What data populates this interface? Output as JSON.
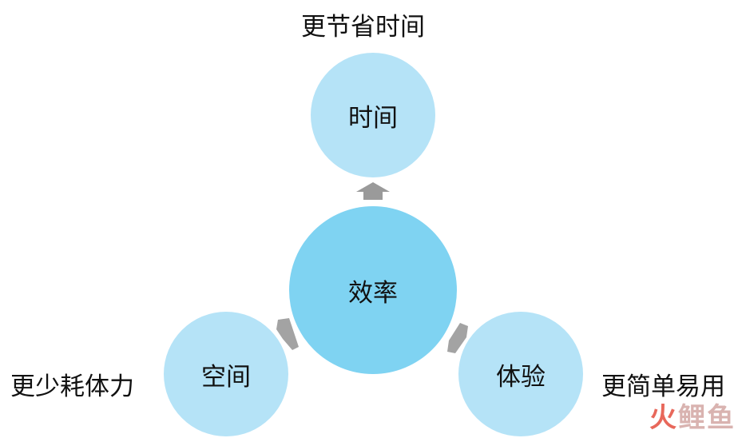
{
  "center": {
    "label": "效率"
  },
  "nodes": {
    "time": {
      "label": "时间",
      "caption": "更节省时间"
    },
    "space": {
      "label": "空间",
      "caption": "更少耗体力"
    },
    "experience": {
      "label": "体验",
      "caption": "更简单易用"
    }
  },
  "colors": {
    "center_fill": "#7fd3f2",
    "node_fill": "#b5e3f7",
    "arrow_fill": "#9a9a9a"
  },
  "watermark": {
    "part1": "火",
    "part2": "鲤鱼"
  }
}
